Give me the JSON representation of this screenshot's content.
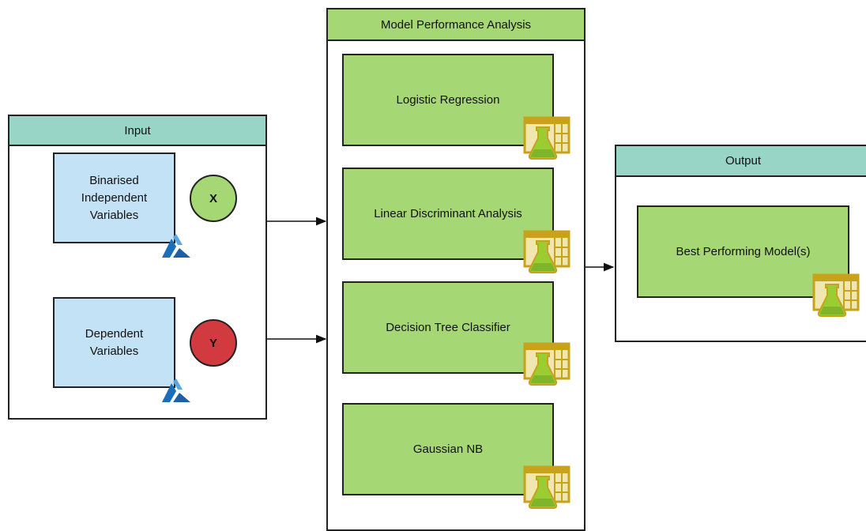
{
  "input": {
    "title": "Input",
    "nodes": [
      {
        "label": "Binarised\nIndependent\nVariables"
      },
      {
        "label": "Dependent\nVariables"
      }
    ],
    "circles": [
      {
        "label": "X",
        "color": "#a5d874"
      },
      {
        "label": "Y",
        "color": "#d13a3f"
      }
    ]
  },
  "analysis": {
    "title": "Model Performance Analysis",
    "models": [
      {
        "label": "Logistic Regression"
      },
      {
        "label": "Linear Discriminant Analysis"
      },
      {
        "label": "Decision Tree Classifier"
      },
      {
        "label": "Gaussian NB"
      }
    ]
  },
  "output": {
    "title": "Output",
    "result": {
      "label": "Best Performing Model(s)"
    }
  },
  "colors": {
    "header_teal": "#98d5c6",
    "header_green": "#a5d874",
    "node_green": "#a5d874",
    "node_blue": "#c3e2f6",
    "icon_gold": "#c8a21a",
    "icon_flask": "#9acd32",
    "icon_azure": "#1b6fb8"
  },
  "icons": {
    "model_icon": "flask-table-icon",
    "data_icon": "azure-ml-icon"
  }
}
